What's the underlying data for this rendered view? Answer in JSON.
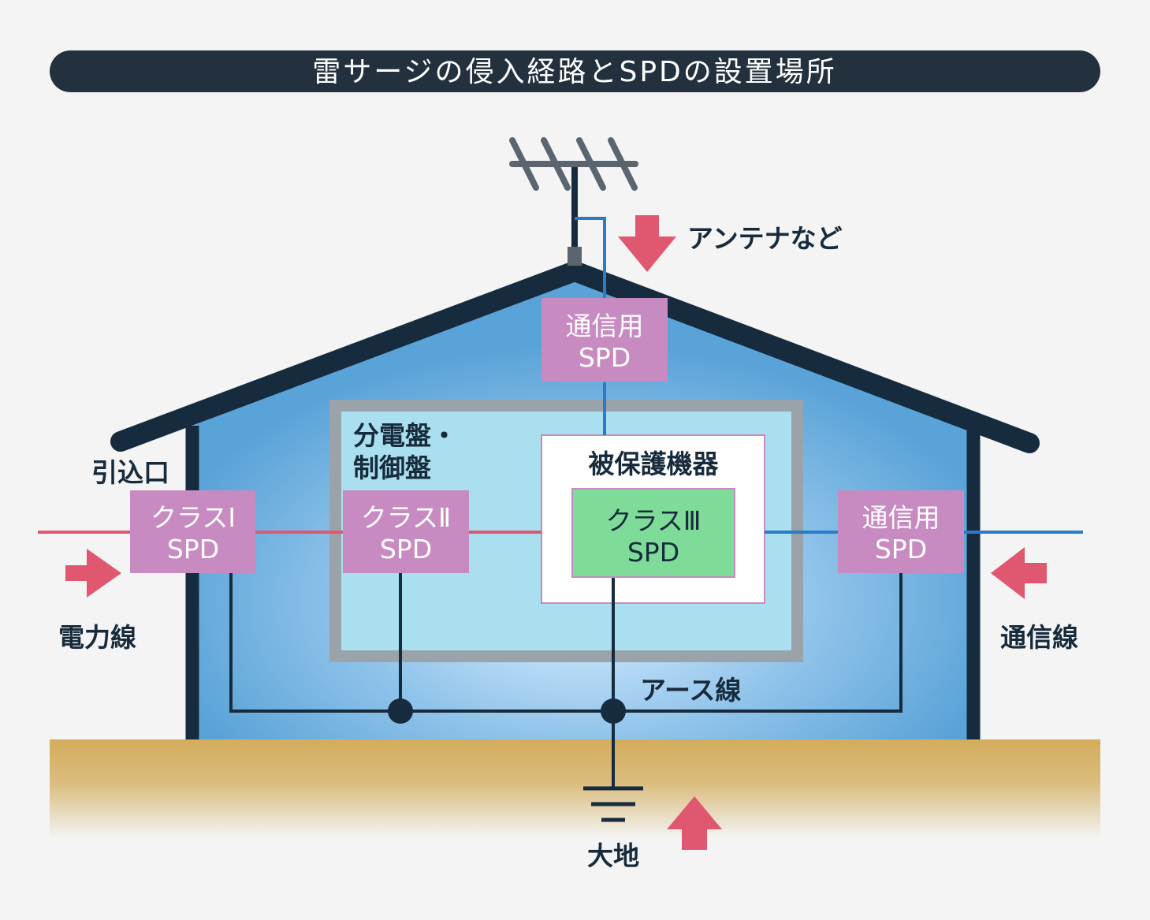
{
  "title": "雷サージの侵入経路とSPDの設置場所",
  "labels": {
    "antenna": "アンテナなど",
    "entry_point": "引込口",
    "panel_line1": "分電盤・",
    "panel_line2": "制御盤",
    "protected_equipment": "被保護機器",
    "power_line": "電力線",
    "comm_line": "通信線",
    "earth_wire": "アース線",
    "ground": "大地"
  },
  "boxes": {
    "comm_spd_top": {
      "line1": "通信用",
      "line2": "SPD"
    },
    "class1_spd": {
      "line1": "クラスⅠ",
      "line2": "SPD"
    },
    "class2_spd": {
      "line1": "クラスⅡ",
      "line2": "SPD"
    },
    "class3_spd": {
      "line1": "クラスⅢ",
      "line2": "SPD"
    },
    "comm_spd_right": {
      "line1": "通信用",
      "line2": "SPD"
    }
  },
  "colors": {
    "title_bar": "#22313d",
    "roof_wall": "#162b3d",
    "house_fill": "#5aa3d8",
    "house_glow": "#dcefff",
    "panel_frame": "#9aa3aa",
    "panel_fill": "#a9dfee",
    "spd_box": "#c88bc1",
    "class3_box": "#7fdb98",
    "power_line": "#e0586f",
    "comm_line": "#2a7cc8",
    "earth_line": "#162b3d",
    "ground": "#d4ac5c",
    "surge_arrow": "#e0586f",
    "antenna": "#5b6570"
  },
  "icons": [
    "antenna-icon",
    "ground-symbol-icon",
    "surge-arrow-icon"
  ]
}
